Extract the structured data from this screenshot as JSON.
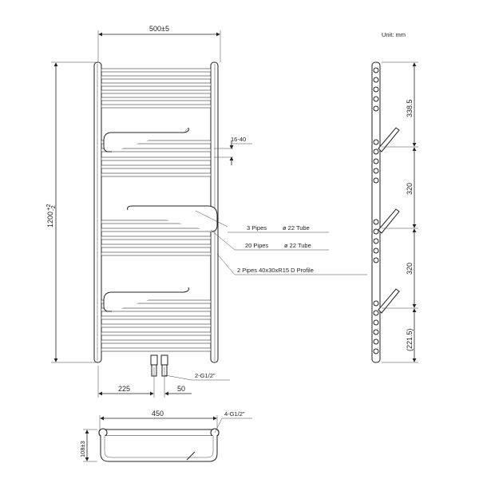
{
  "unit_note": "Unit: mm",
  "front_view": {
    "width_label": "500±5",
    "height_label": "1200",
    "height_tol_upper": "+2",
    "height_tol_lower": "-2",
    "spacing_label": "16-40",
    "bottom_left_label": "225",
    "bottom_right_label": "50",
    "connection_label": "2-G1/2\"",
    "callouts": [
      {
        "left": "3 Pipes",
        "right": "ø 22 Tube"
      },
      {
        "left": "20 Pipes",
        "right": "ø 22 Tube"
      },
      {
        "left": "2 Pipes 40x30xR15  D  Profile",
        "right": ""
      }
    ]
  },
  "side_view": {
    "dim_1": "338.5",
    "dim_2": "320",
    "dim_3": "320",
    "dim_4": "(221.5)"
  },
  "top_view": {
    "width_label": "450",
    "depth_label": "108±3",
    "connection_label": "4-G1/2\""
  }
}
